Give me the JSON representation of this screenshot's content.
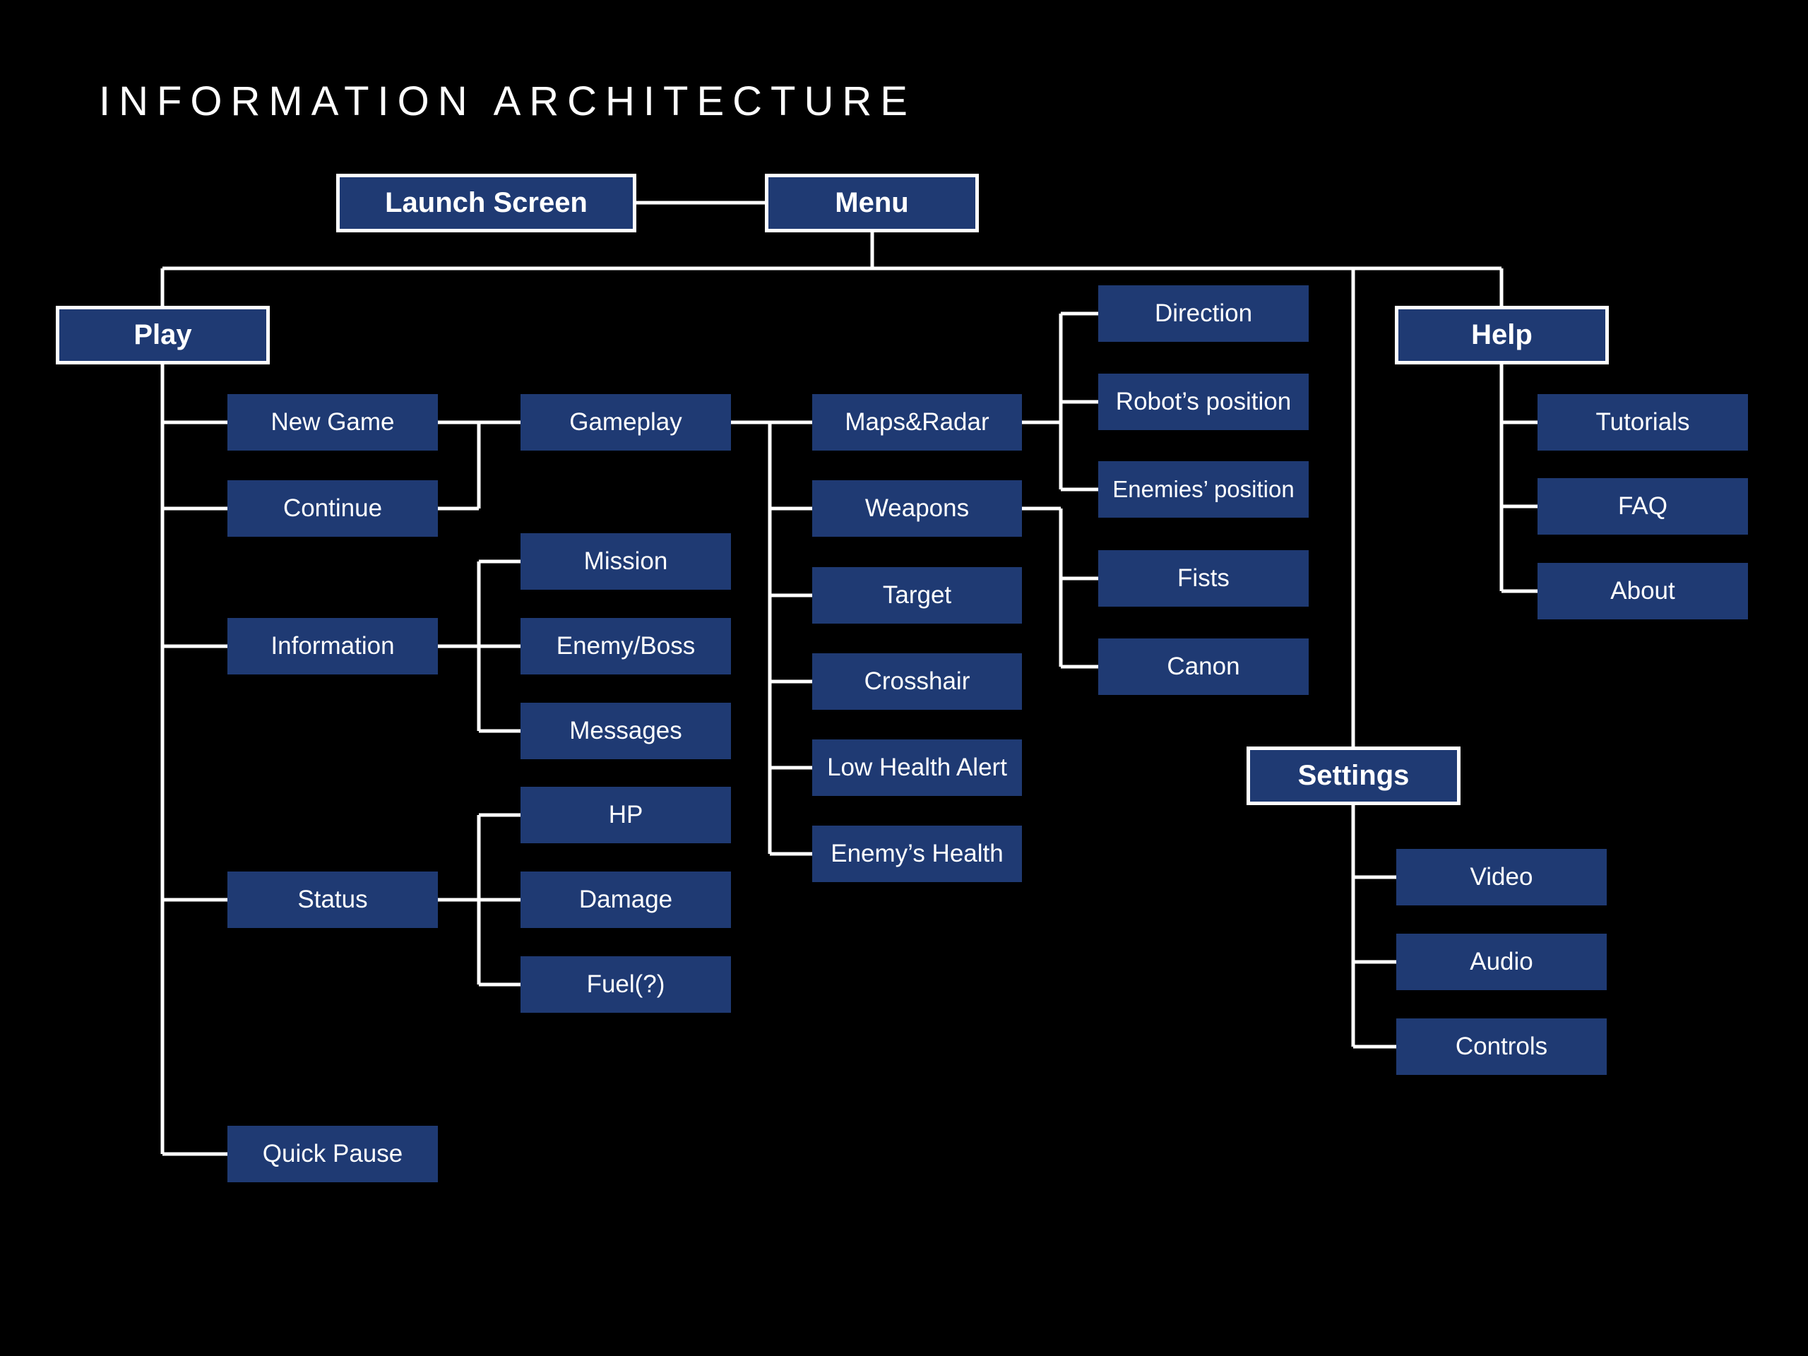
{
  "title": "INFORMATION ARCHITECTURE",
  "colors": {
    "background": "#000000",
    "node_fill": "#1f3a73",
    "node_text": "#ffffff",
    "connector": "#ffffff"
  },
  "nodes": {
    "launch_screen": "Launch Screen",
    "menu": "Menu",
    "play": "Play",
    "help": "Help",
    "settings": "Settings",
    "new_game": "New Game",
    "continue": "Continue",
    "information": "Information",
    "status": "Status",
    "quick_pause": "Quick Pause",
    "gameplay": "Gameplay",
    "mission": "Mission",
    "enemy_boss": "Enemy/Boss",
    "messages": "Messages",
    "hp": "HP",
    "damage": "Damage",
    "fuel": "Fuel(?)",
    "maps_radar": "Maps&Radar",
    "weapons": "Weapons",
    "target": "Target",
    "crosshair": "Crosshair",
    "low_health_alert": "Low Health Alert",
    "enemys_health": "Enemy’s Health",
    "direction": "Direction",
    "robots_position": "Robot’s position",
    "enemies_position": "Enemies’ position",
    "fists": "Fists",
    "canon": "Canon",
    "tutorials": "Tutorials",
    "faq": "FAQ",
    "about": "About",
    "video": "Video",
    "audio": "Audio",
    "controls": "Controls"
  }
}
